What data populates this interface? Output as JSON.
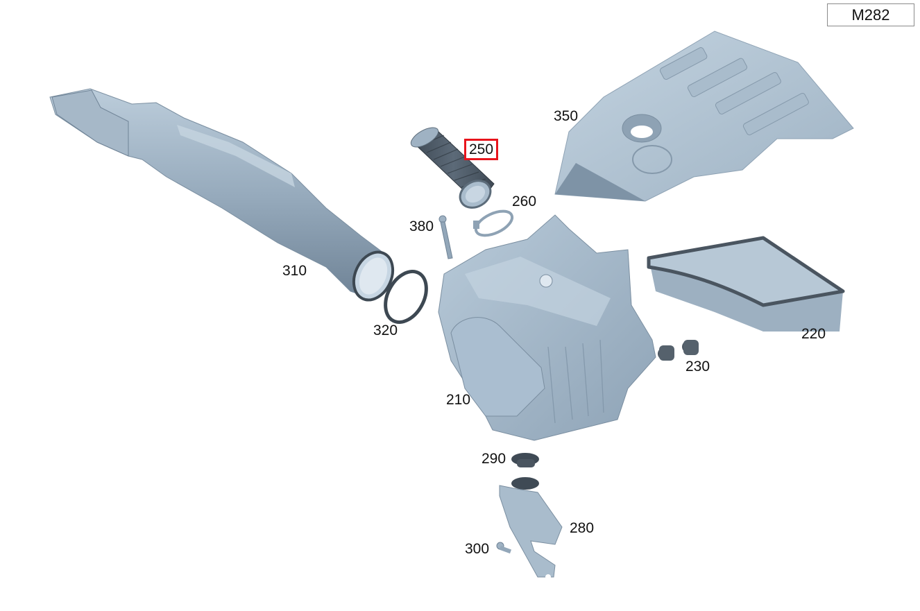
{
  "diagram": {
    "code": "M282",
    "highlighted_part": "250",
    "colors": {
      "part_light": "#b3c6d6",
      "part_mid": "#93a8ba",
      "part_dark": "#6b7f91",
      "rubber": "#4a5560",
      "highlight": "#e8141c"
    },
    "callouts": [
      {
        "id": "350",
        "label": "350",
        "part": "engine-cover"
      },
      {
        "id": "250",
        "label": "250",
        "part": "intake-hose",
        "highlighted": true
      },
      {
        "id": "260",
        "label": "260",
        "part": "hose-clamp"
      },
      {
        "id": "380",
        "label": "380",
        "part": "stud-bolt"
      },
      {
        "id": "310",
        "label": "310",
        "part": "air-intake-duct"
      },
      {
        "id": "320",
        "label": "320",
        "part": "seal-ring"
      },
      {
        "id": "220",
        "label": "220",
        "part": "air-filter-element"
      },
      {
        "id": "230",
        "label": "230",
        "part": "rubber-grommets"
      },
      {
        "id": "210",
        "label": "210",
        "part": "air-filter-housing"
      },
      {
        "id": "290",
        "label": "290",
        "part": "rubber-mount"
      },
      {
        "id": "280",
        "label": "280",
        "part": "bracket"
      },
      {
        "id": "300",
        "label": "300",
        "part": "bolt"
      }
    ]
  }
}
